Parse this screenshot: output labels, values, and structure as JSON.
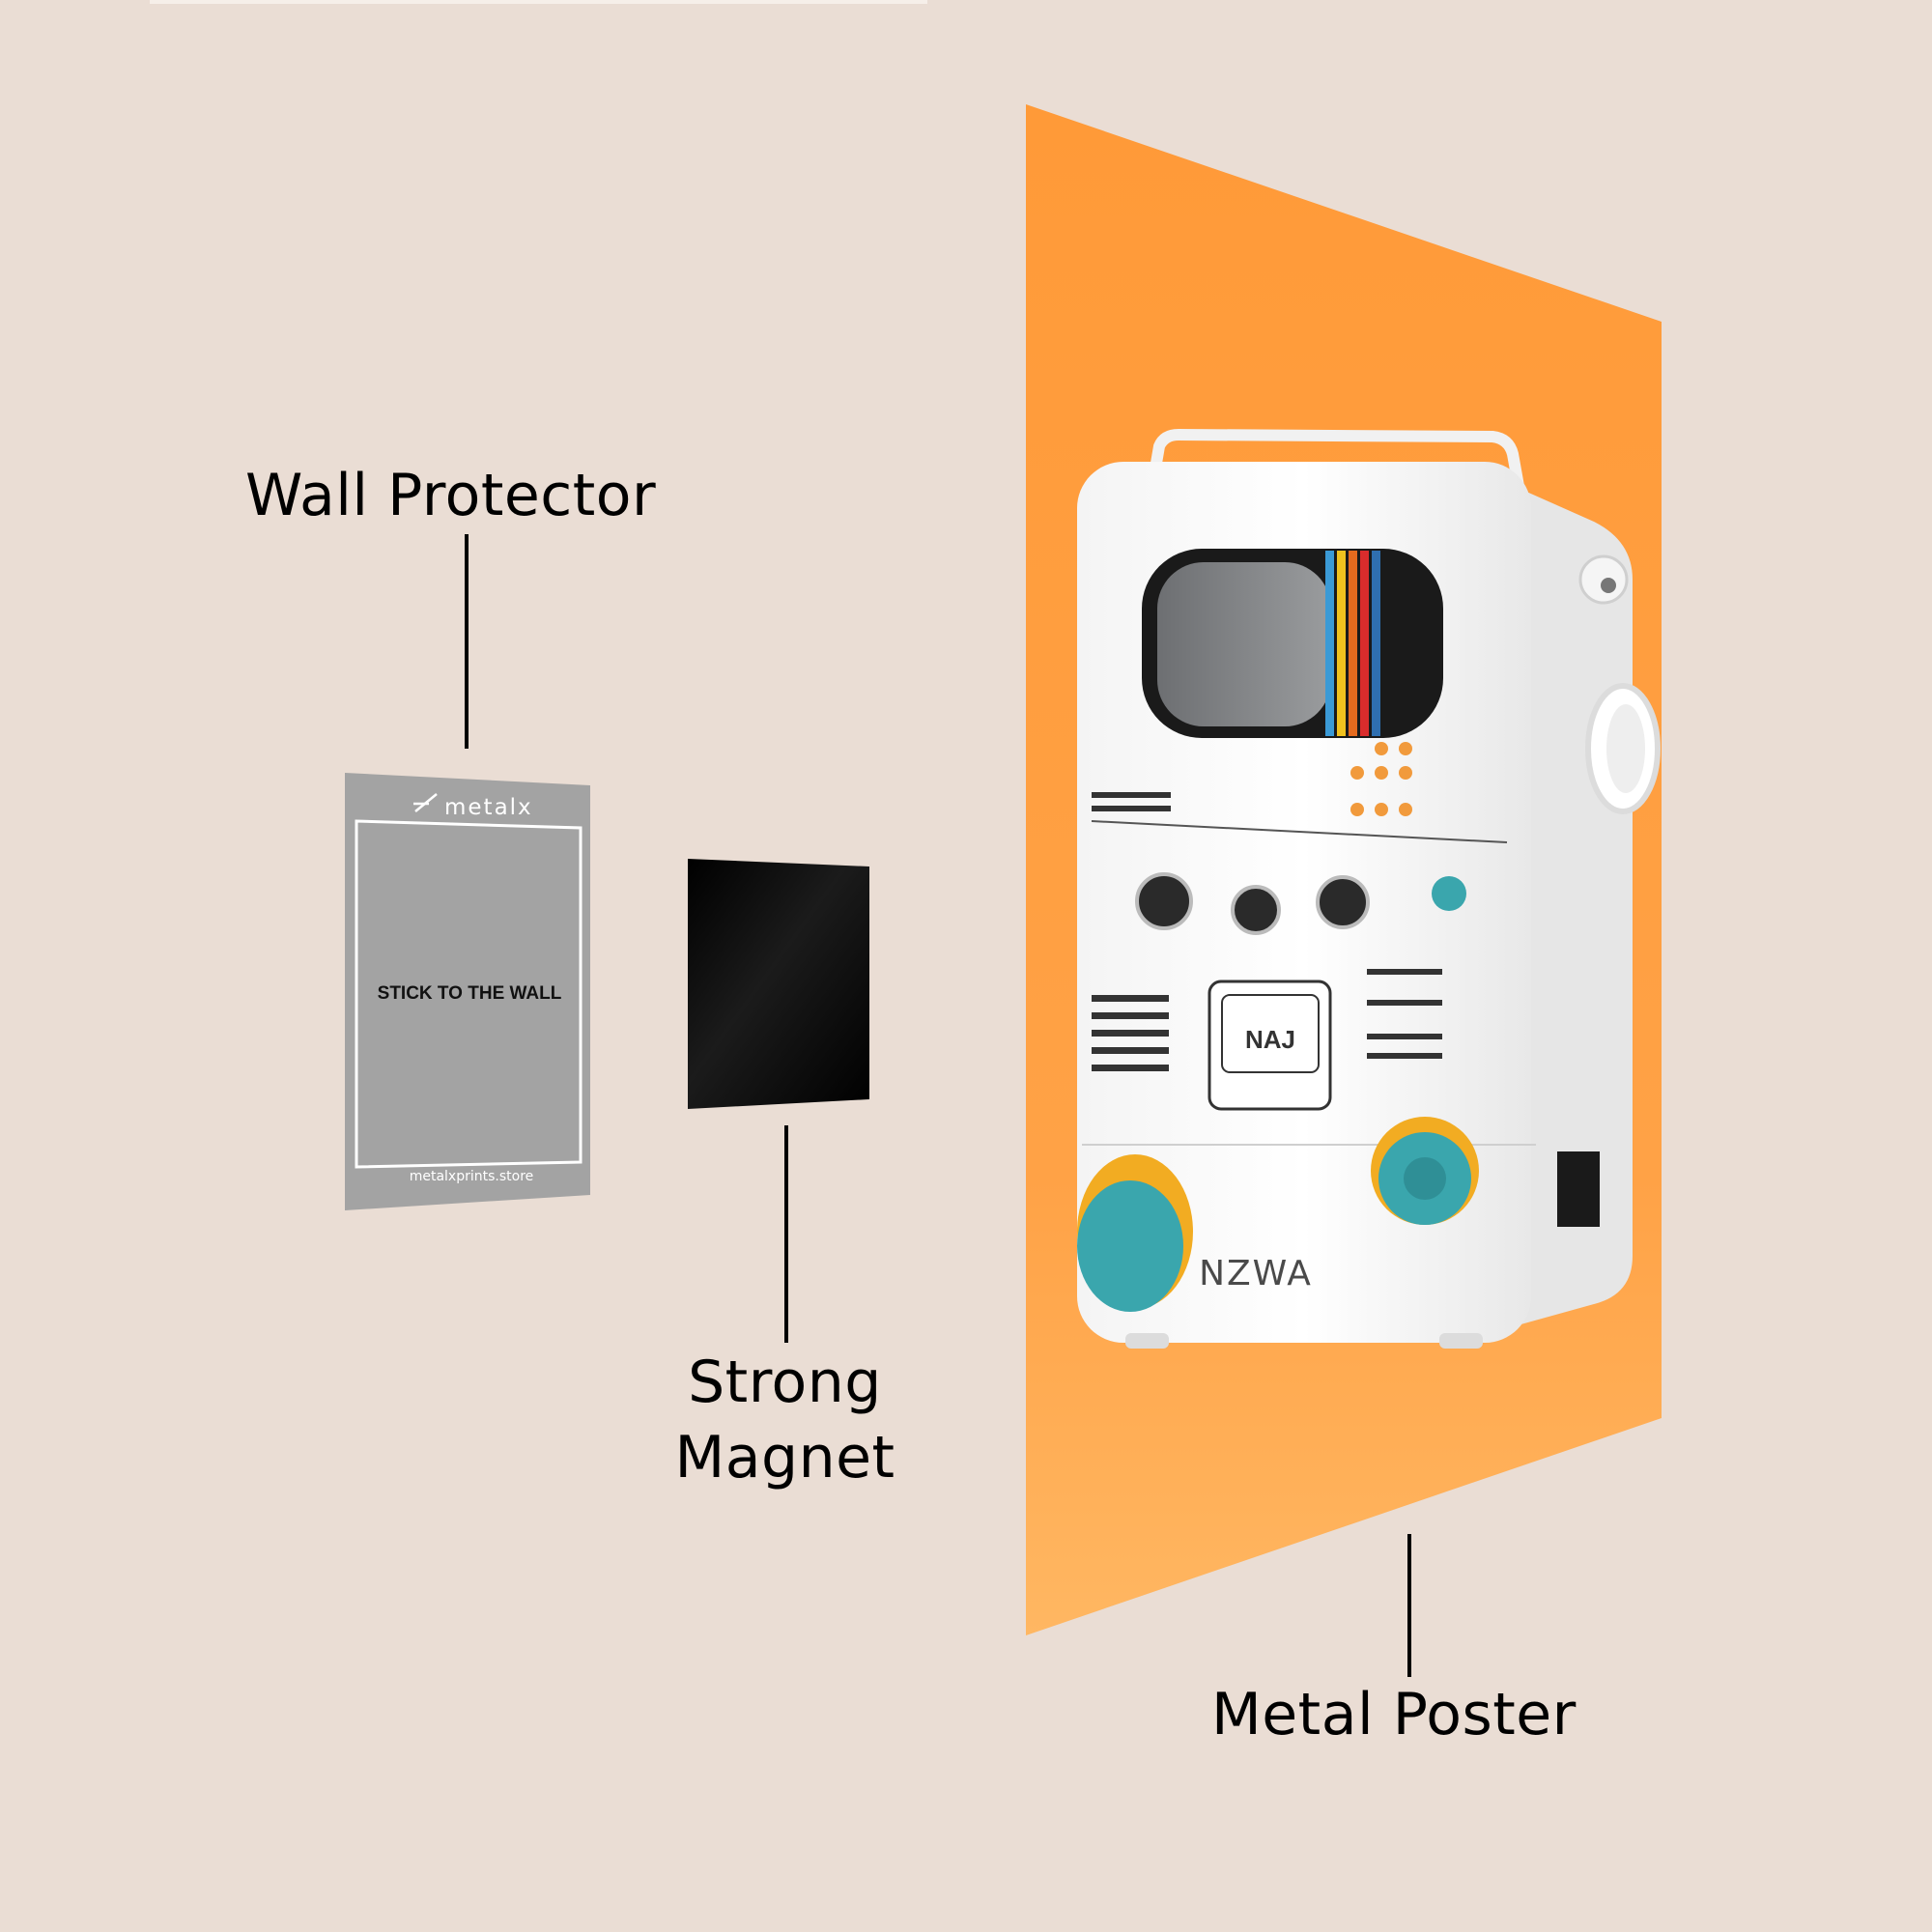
{
  "labels": {
    "wall_protector": "Wall Protector",
    "strong_magnet": "Strong Magnet",
    "metal_poster": "Metal Poster"
  },
  "protector_card": {
    "brand": "metalx",
    "instruction": "STICK TO THE WALL",
    "website": "metalxprints.store"
  },
  "poster_art": {
    "badge": "NAJ",
    "logo": "NZWA"
  },
  "colors": {
    "background": "#eaddd4",
    "poster_orange": "#ff9d3d",
    "protector_gray": "#a3a3a3",
    "magnet_black": "#050505",
    "teal": "#3aa6ad",
    "yellow": "#f2ac22"
  }
}
